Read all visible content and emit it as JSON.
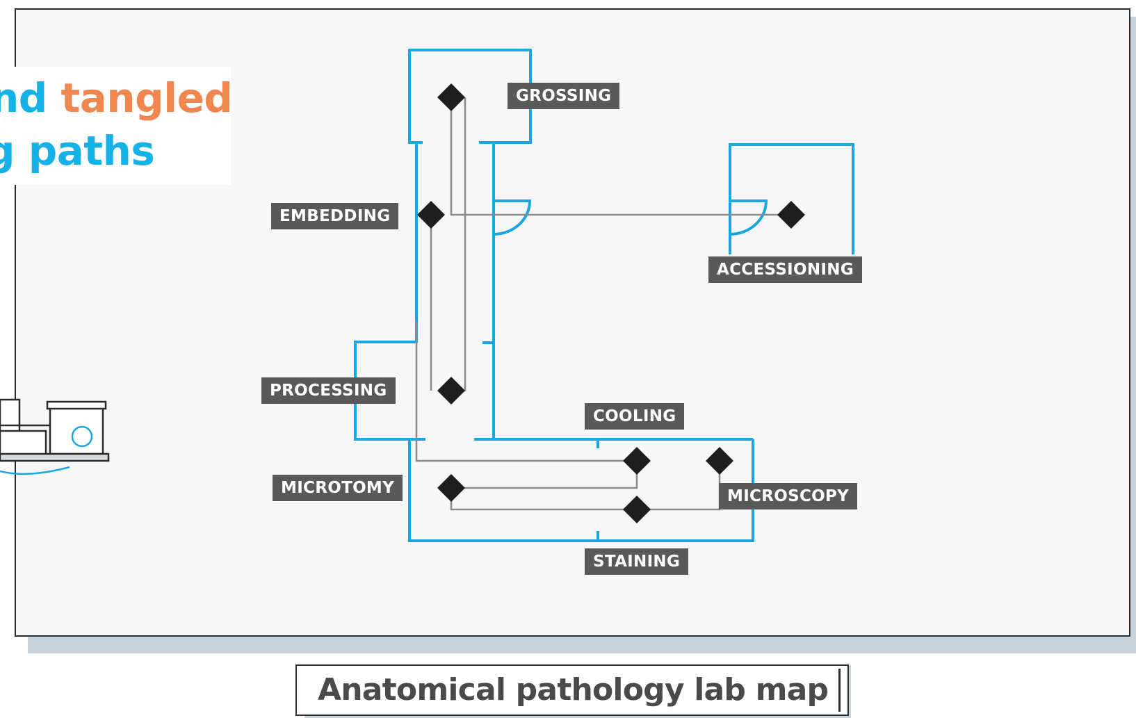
{
  "heading": {
    "line1": {
      "part1": "nd",
      "part2": "tangled"
    },
    "line2": {
      "part1": "g paths"
    }
  },
  "rooms": {
    "grossing": "GROSSING",
    "embedding": "EMBEDDING",
    "accessioning": "ACCESSIONING",
    "processing": "PROCESSING",
    "cooling": "COOLING",
    "microtomy": "MICROTOMY",
    "microscopy": "MICROSCOPY",
    "staining": "STAINING"
  },
  "caption": "Anatomical pathology lab map",
  "colors": {
    "wall": "#1aa6e0",
    "path": "#8c8c8c",
    "station": "#1e1e1e",
    "label_bg": "#58595b",
    "accent_blue": "#16b1e6",
    "accent_orange": "#f0874f"
  },
  "icons": [
    "station-diamond-icon",
    "door-swing-icon",
    "lab-equipment-illustration"
  ]
}
